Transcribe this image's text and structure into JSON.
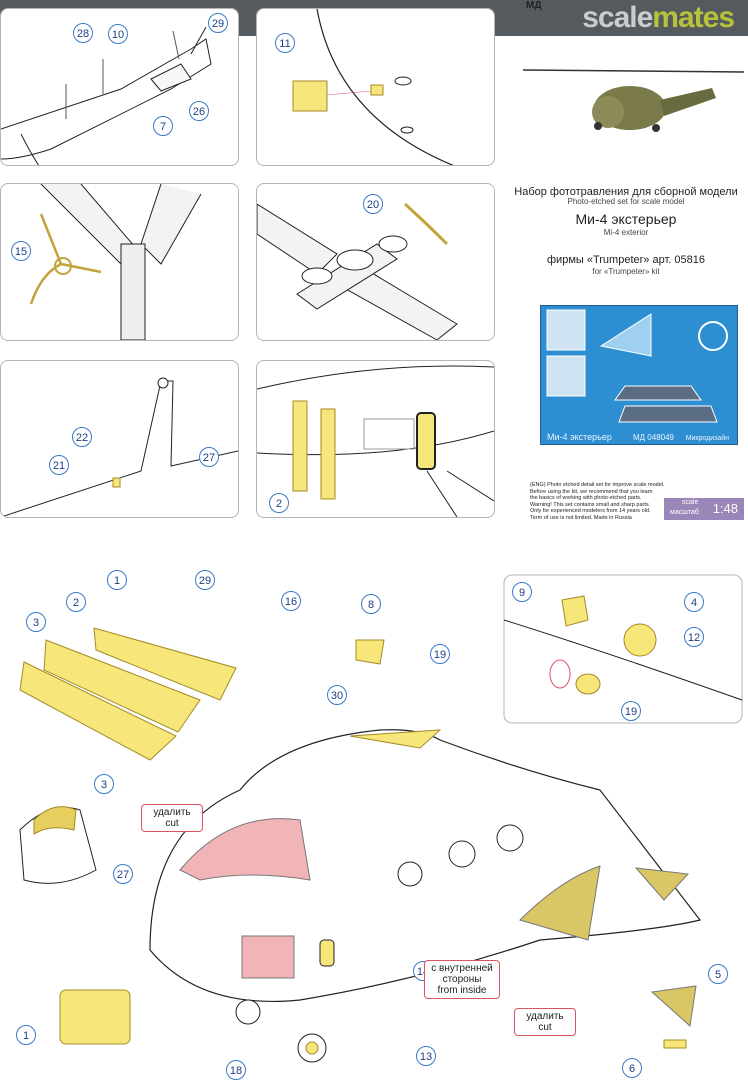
{
  "watermark": {
    "brand_part1": "scale",
    "brand_part2": "mates",
    "partial_code": "МД"
  },
  "title": {
    "ru": "Набор фототравления для сборной модели",
    "en": "Photo-etched set for scale model",
    "model_ru": "Ми-4 экстерьер",
    "model_en": "Mi-4 exterior",
    "kit_ru": "фирмы «Trumpeter» арт. 05816",
    "kit_en": "for «Trumpeter» kit"
  },
  "fret": {
    "name": "Ми-4 экстерьер",
    "code": "МД 048049",
    "brand": "Микродизайн"
  },
  "warning": {
    "lines": [
      "(ENG) Photo etched detail set for improve scale model.",
      "Before using the kit, we recommend that you learn",
      "the basics of working with photo-etched parts.",
      "Warning! This set contains small and sharp parts.",
      "Only for experienced modelers from 14 years old.",
      "Term of use is not limited. Made in Russia"
    ]
  },
  "scale": {
    "label_en": "scale",
    "label_ru": "масштаб",
    "ratio": "1:48"
  },
  "callouts": {
    "p1": [
      "28",
      "10",
      "29",
      "26",
      "7"
    ],
    "p2": [
      "11"
    ],
    "p3": [
      "15"
    ],
    "p4": [
      "20"
    ],
    "p5": [
      "22",
      "21",
      "27"
    ],
    "p6": [
      "2"
    ],
    "main": [
      "1",
      "29",
      "2",
      "3",
      "16",
      "8",
      "19",
      "30",
      "3",
      "27",
      "1",
      "18",
      "14",
      "13",
      "5",
      "6",
      "9",
      "4",
      "12",
      "19"
    ]
  },
  "notes": {
    "remove1": "удалить",
    "remove1_en": "cut",
    "inside_ru": "с внутренней стороны",
    "inside_en": "from inside",
    "remove2": "удалить",
    "remove2_en": "cut"
  },
  "colors": {
    "part": "#f7e77a",
    "cut": "#f2b5b7",
    "callout": "#3b7ac8",
    "fret": "#2d8fd2",
    "leader": "#d9545f"
  }
}
